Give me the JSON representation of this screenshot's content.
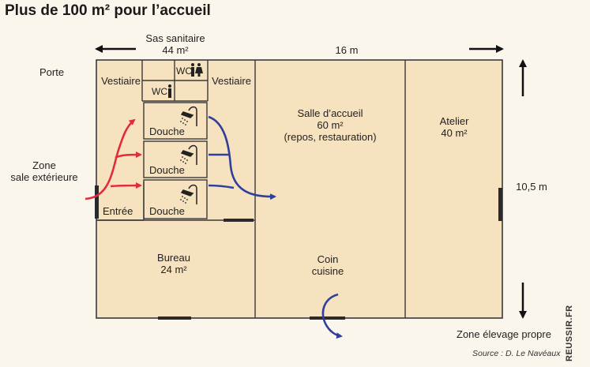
{
  "title": "Plus de 100 m² pour l’accueil",
  "labels": {
    "sas_line1": "Sas sanitaire",
    "sas_line2": "44 m²",
    "width": "16 m",
    "height": "10,5 m",
    "porte": "Porte",
    "zone_sale_line1": "Zone",
    "zone_sale_line2": "sale extérieure",
    "zone_propre": "Zone élevage propre"
  },
  "rooms": {
    "vestiaire_left": "Vestiaire",
    "vestiaire_right": "Vestiaire",
    "wc_top": "WC",
    "wc_small": "WC",
    "douche1": "Douche",
    "douche2": "Douche",
    "douche3": "Douche",
    "entree": "Entrée",
    "salle_line1": "Salle d’accueil",
    "salle_line2": "60 m²",
    "salle_line3": "(repos, restauration)",
    "atelier_line1": "Atelier",
    "atelier_line2": "40 m²",
    "bureau_line1": "Bureau",
    "bureau_line2": "24 m²",
    "coin_line1": "Coin",
    "coin_line2": "cuisine"
  },
  "colors": {
    "floor": "#f6e2bf",
    "wall": "#3a3a3a",
    "dirty_arrow": "#e02d3c",
    "clean_arrow": "#2f3f9c"
  },
  "source": "Source : D. Le Navéaux",
  "brand": "REUSSIR.FR"
}
